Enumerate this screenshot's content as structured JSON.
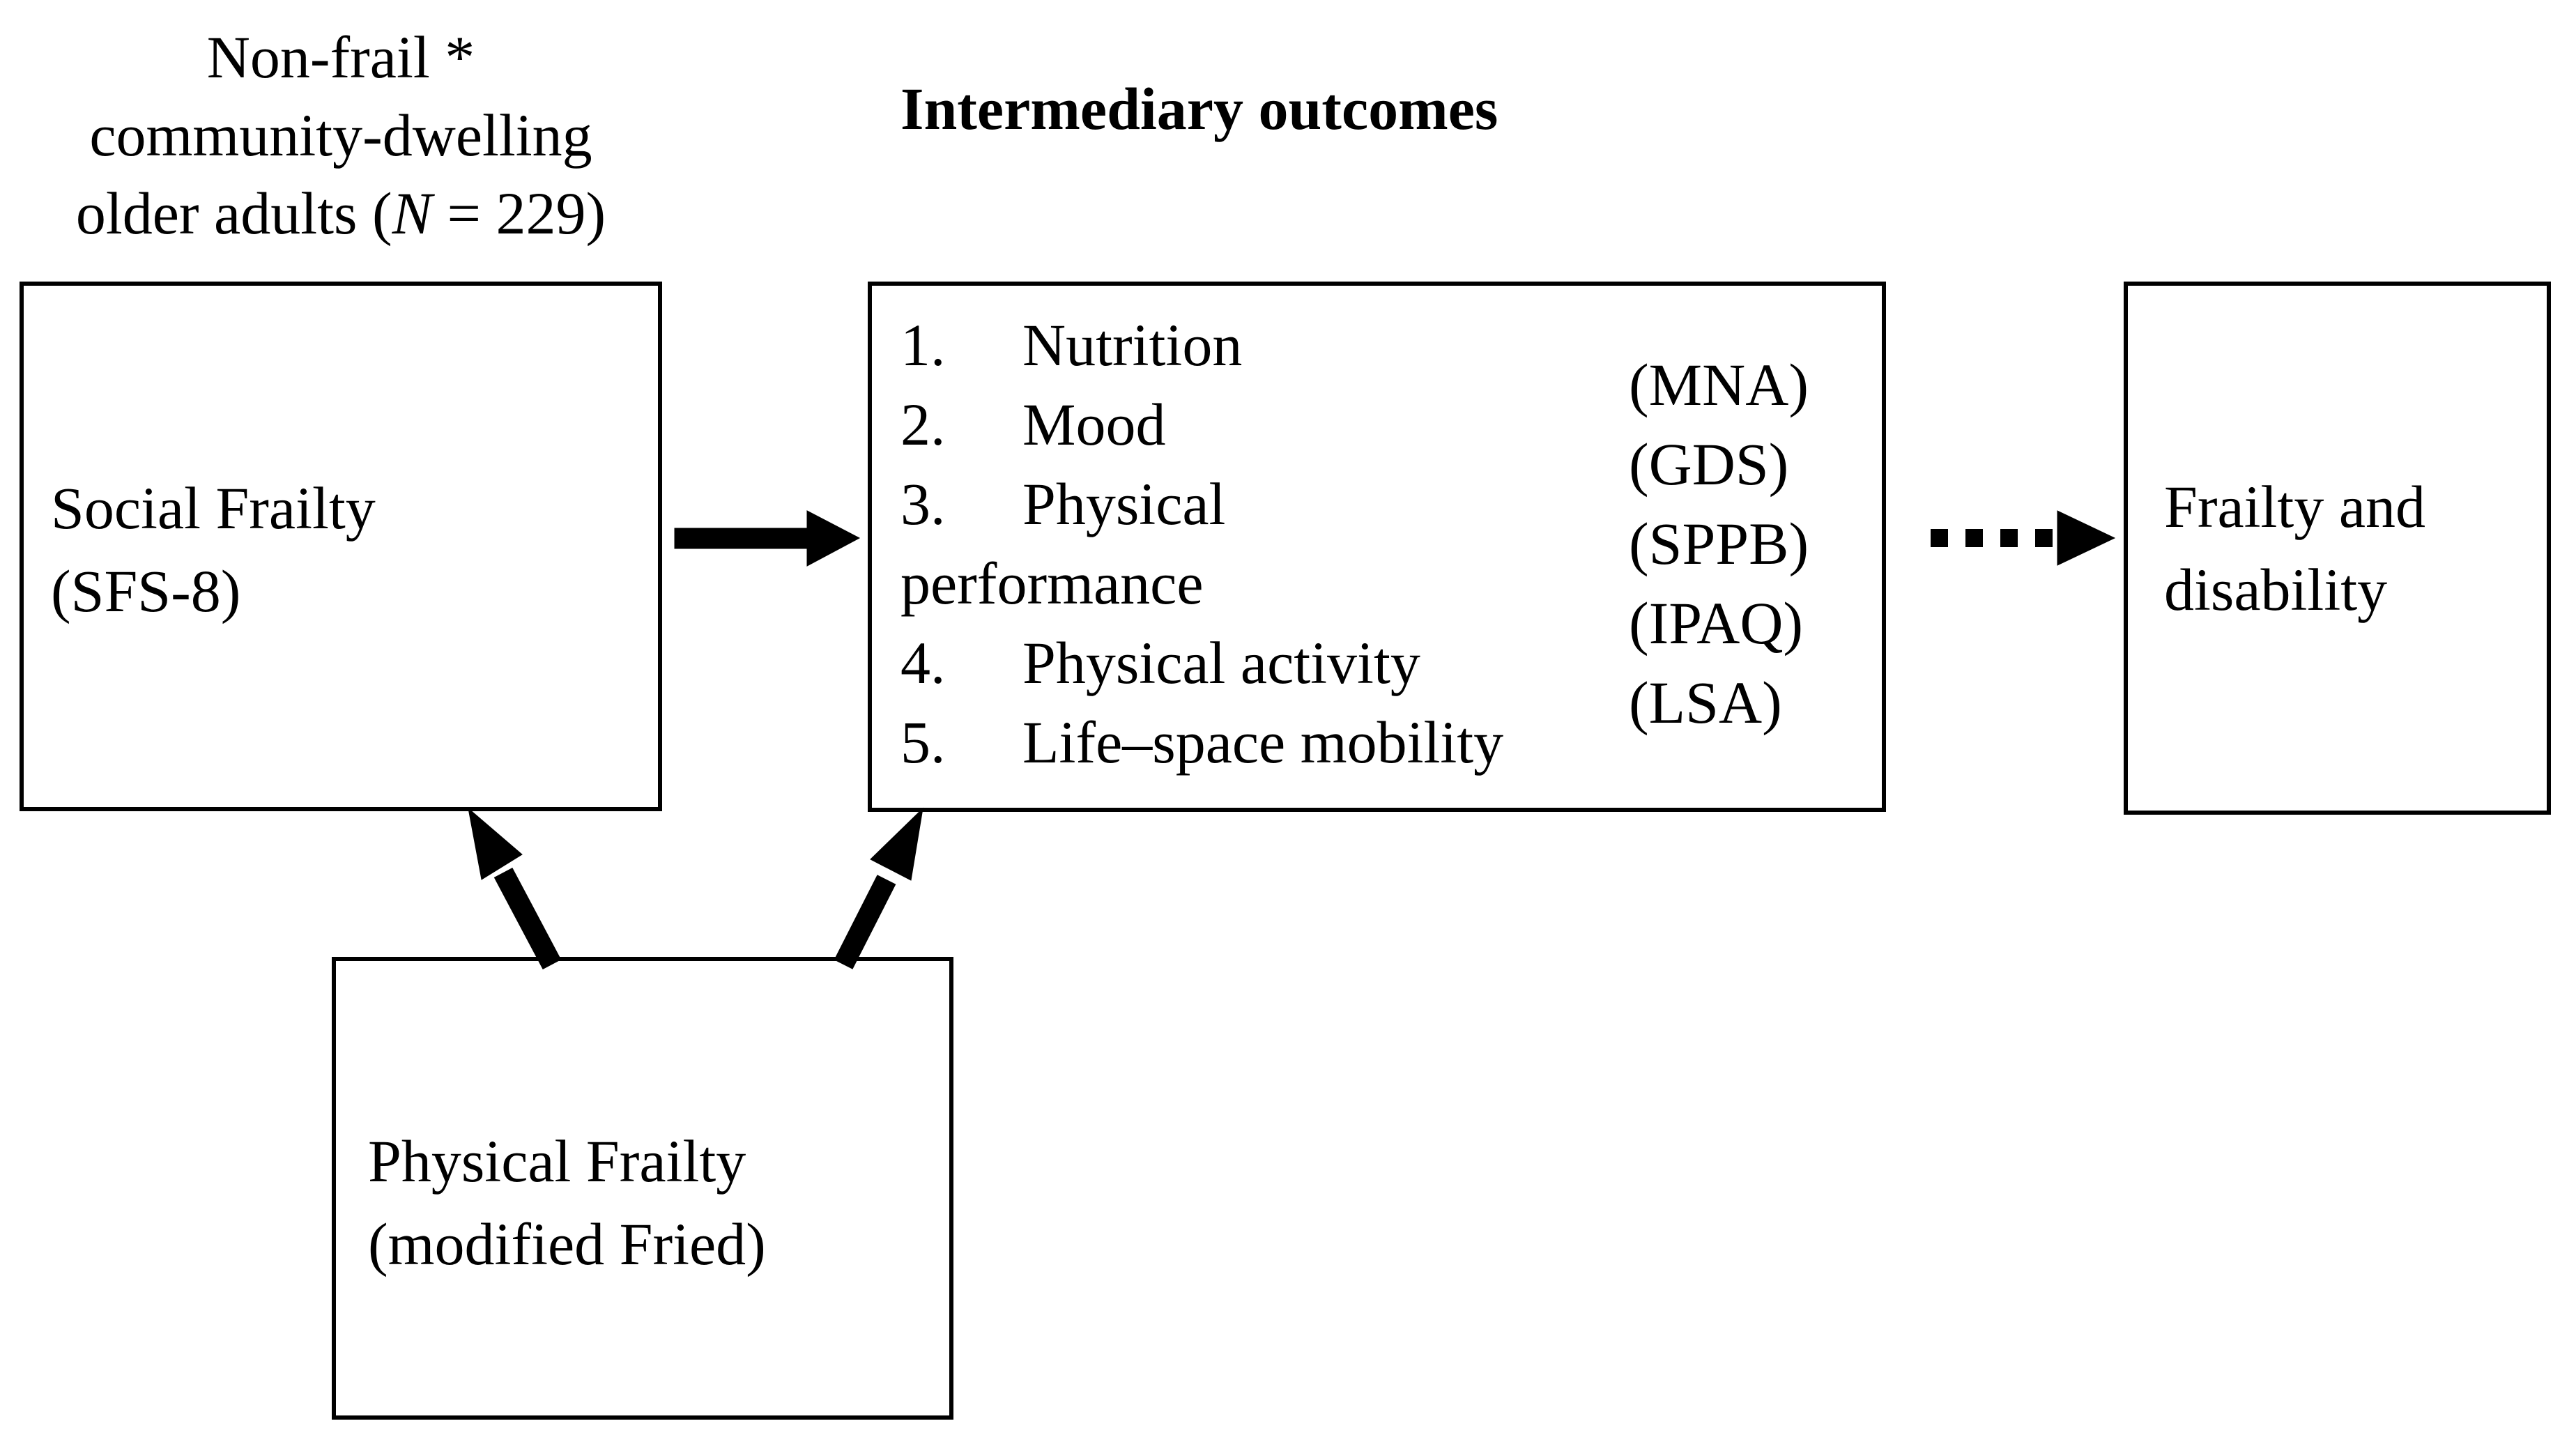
{
  "colors": {
    "ink": "#000000",
    "paper": "#ffffff"
  },
  "header_note": {
    "line1": "Non-frail *",
    "line2": "community-dwelling",
    "line3_prefix": "older adults (",
    "line3_n": "N",
    "line3_suffix": " = 229)"
  },
  "section_title": "Intermediary outcomes",
  "boxes": {
    "social": {
      "line1": "Social Frailty",
      "line2": "(SFS-8)"
    },
    "intermediary": {
      "items": [
        {
          "num": "1.",
          "text": "Nutrition"
        },
        {
          "num": "2.",
          "text": "Mood"
        },
        {
          "num": "3.",
          "text": "Physical"
        },
        {
          "num": "",
          "text": "performance"
        },
        {
          "num": "4.",
          "text": "Physical activity"
        },
        {
          "num": "5.",
          "text": "Life–space mobility"
        }
      ],
      "instruments": [
        "(MNA)",
        "(GDS)",
        "(SPPB)",
        "(IPAQ)",
        "(LSA)"
      ]
    },
    "outcome": {
      "line1": "Frailty and",
      "line2": "disability"
    },
    "physical": {
      "line1": "Physical Frailty",
      "line2": "(modified Fried)"
    }
  },
  "arrows": {
    "social_to_intermediary": "solid",
    "intermediary_to_outcome": "dashed",
    "physical_to_social": "solid diagonal",
    "physical_to_intermediary": "solid diagonal"
  }
}
